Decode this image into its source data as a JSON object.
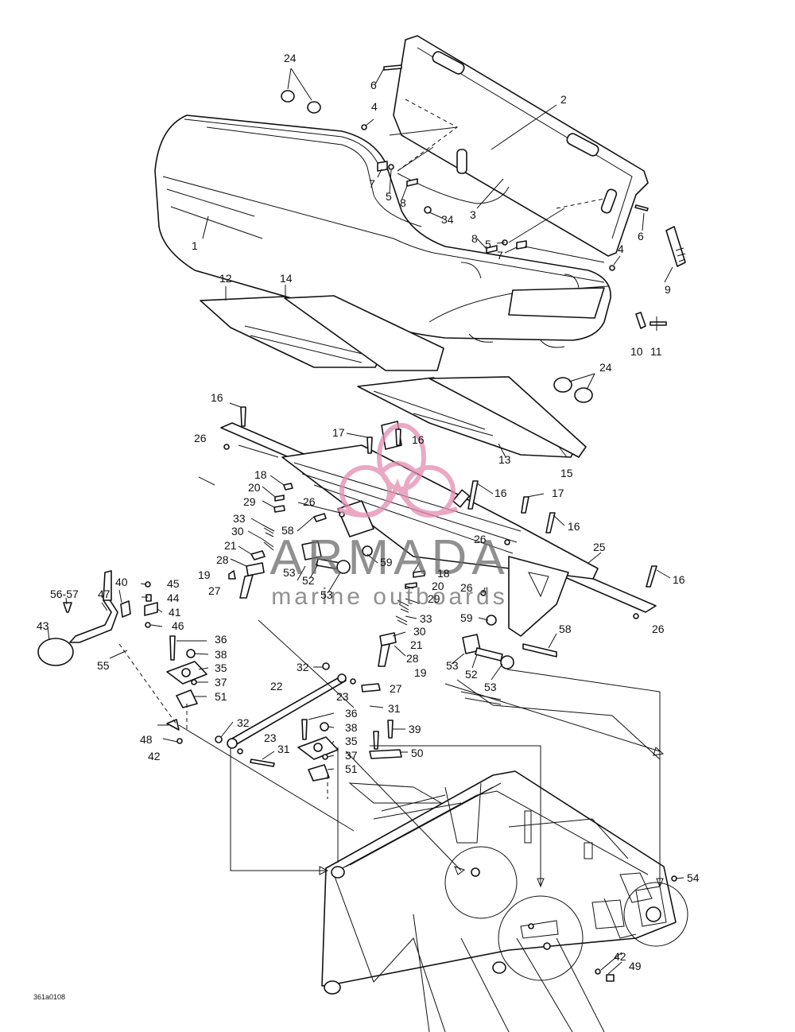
{
  "drawing_code": "361a0108",
  "watermark": {
    "brand": "ARMADA",
    "tagline": "marine outboards",
    "logo_color": "#e58bb0",
    "text_color": "#6b6b6b"
  },
  "callouts": {
    "c1": "1",
    "c2": "2",
    "c3": "3",
    "c4a": "4",
    "c4b": "4",
    "c5a": "5",
    "c5b": "5",
    "c6a": "6",
    "c6b": "6",
    "c7a": "7",
    "c7b": "7",
    "c8a": "8",
    "c8b": "8",
    "c9": "9",
    "c10": "10",
    "c11": "11",
    "c12": "12",
    "c13": "13",
    "c14": "14",
    "c15": "15",
    "c16a": "16",
    "c16b": "16",
    "c16c": "16",
    "c16d": "16",
    "c16e": "16",
    "c17a": "17",
    "c17b": "17",
    "c18a": "18",
    "c18b": "18",
    "c19a": "19",
    "c19b": "19",
    "c20a": "20",
    "c20b": "20",
    "c21a": "21",
    "c21b": "21",
    "c22": "22",
    "c23a": "23",
    "c23b": "23",
    "c24a": "24",
    "c24b": "24",
    "c25": "25",
    "c26a": "26",
    "c26b": "26",
    "c26c": "26",
    "c26d": "26",
    "c26e": "26",
    "c27a": "27",
    "c27b": "27",
    "c28a": "28",
    "c28b": "28",
    "c29a": "29",
    "c29b": "29",
    "c30a": "30",
    "c30b": "30",
    "c31a": "31",
    "c31b": "31",
    "c32a": "32",
    "c32b": "32",
    "c33a": "33",
    "c33b": "33",
    "c34": "34",
    "c35a": "35",
    "c35b": "35",
    "c36a": "36",
    "c36b": "36",
    "c37a": "37",
    "c37b": "37",
    "c38a": "38",
    "c38b": "38",
    "c39": "39",
    "c40": "40",
    "c41": "41",
    "c42a": "42",
    "c42b": "42",
    "c43": "43",
    "c44": "44",
    "c45": "45",
    "c46": "46",
    "c47": "47",
    "c48": "48",
    "c49": "49",
    "c50": "50",
    "c51a": "51",
    "c51b": "51",
    "c52a": "52",
    "c52b": "52",
    "c53a": "53",
    "c53b": "53",
    "c53c": "53",
    "c53d": "53",
    "c54": "54",
    "c55": "55",
    "c5657": "56-57",
    "c58a": "58",
    "c58b": "58",
    "c59a": "59",
    "c59b": "59"
  }
}
